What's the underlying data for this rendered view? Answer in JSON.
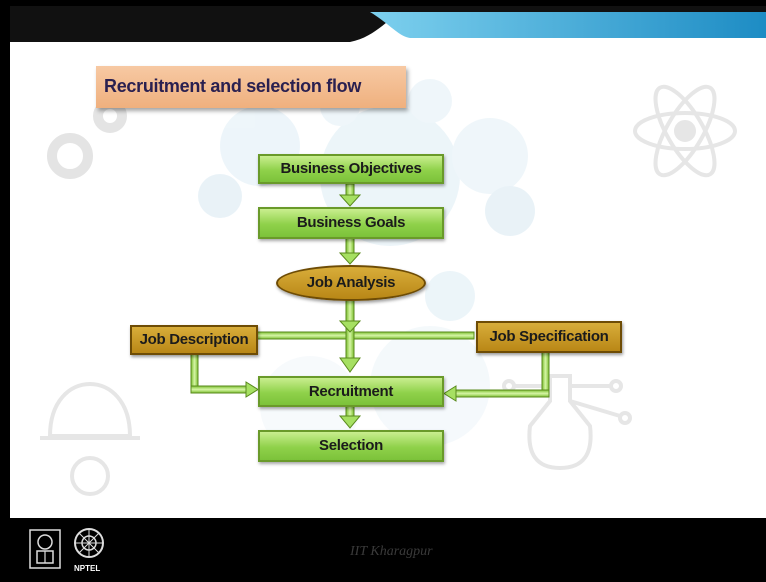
{
  "slide": {
    "title": "Recruitment and selection flow"
  },
  "flowchart": {
    "business_objectives": "Business Objectives",
    "business_goals": "Business Goals",
    "job_analysis": "Job Analysis",
    "job_description": "Job Description",
    "job_specification": "Job Specification",
    "recruitment": "Recruitment",
    "selection": "Selection"
  },
  "footer": {
    "watermark": "IIT Kharagpur",
    "logo_label": "NPTEL"
  },
  "colors": {
    "green_box": "#8fd14a",
    "gold_box": "#c99a24",
    "title_box": "#efb07e",
    "top_band_teal": "#2a9cd0",
    "top_band_dark": "#111111"
  },
  "icons": [
    "gears-icon",
    "atom-icon",
    "hard-hat-icon",
    "circuit-flask-icon",
    "cloud-network-icon",
    "iit-kgp-logo",
    "nptel-logo"
  ]
}
